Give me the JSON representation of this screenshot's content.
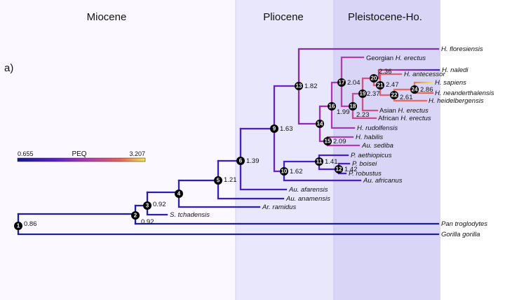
{
  "epochs": {
    "miocene": "Miocene",
    "pliocene": "Pliocene",
    "pleistocene": "Pleistocene-Ho."
  },
  "panel_label": "a)",
  "legend": {
    "title": "PEQ",
    "min": "0.655",
    "max": "3.207",
    "colors": [
      "#1a1a8c",
      "#5a1fd0",
      "#b03cb0",
      "#e8605c",
      "#f2e64a"
    ]
  },
  "node_values": {
    "n1": "0.86",
    "n2": "0.92",
    "n3": "0.92",
    "n5": "1.21",
    "n6": "1.39",
    "n9": "1.63",
    "n10": "1.62",
    "n11": "1.41",
    "n12": "1.42",
    "n13": "1.82",
    "n15": "2.09",
    "n16": "1.99",
    "n17": "2.04",
    "n18": "2.23",
    "n19": "2.37",
    "n20": "2.36",
    "n21": "2.47",
    "n22": "2.61",
    "n24": "2.86"
  },
  "node_ids": {
    "n1": "1",
    "n2": "2",
    "n3": "3",
    "n4": "4",
    "n5": "5",
    "n6": "6",
    "n9": "9",
    "n10": "10",
    "n11": "11",
    "n12": "12",
    "n13": "13",
    "n14": "14",
    "n15": "15",
    "n16": "16",
    "n17": "17",
    "n18": "18",
    "n19": "19",
    "n20": "20",
    "n21": "21",
    "n22": "22",
    "n24": "24"
  },
  "taxa": {
    "floresiensis": {
      "plain": "",
      "italic": "H. floresiensis"
    },
    "georgian": {
      "plain": "Georgian ",
      "italic": "H. erectus"
    },
    "naledi": {
      "plain": "",
      "italic": "H. naledi"
    },
    "antecessor": {
      "plain": "",
      "italic": "H. antecessor"
    },
    "sapiens": {
      "plain": "",
      "italic": "H. sapiens"
    },
    "neanderthalensis": {
      "plain": "",
      "italic": "H. neanderthalensis"
    },
    "heidelbergensis": {
      "plain": "",
      "italic": "H. heidelbergensis"
    },
    "asian": {
      "plain": "Asian ",
      "italic": "H. erectus"
    },
    "african": {
      "plain": "African ",
      "italic": "H. erectus"
    },
    "rudolfensis": {
      "plain": "",
      "italic": "H. rudolfensis"
    },
    "habilis": {
      "plain": "",
      "italic": "H. habilis"
    },
    "sediba": {
      "plain": "",
      "italic": "Au. sediba"
    },
    "aethiopicus": {
      "plain": "",
      "italic": "P. aethiopicus"
    },
    "boisei": {
      "plain": "",
      "italic": "P. boisei"
    },
    "robustus": {
      "plain": "",
      "italic": "P. robustus"
    },
    "africanus": {
      "plain": "",
      "italic": "Au. africanus"
    },
    "afarensis": {
      "plain": "",
      "italic": "Au. afarensis"
    },
    "anamensis": {
      "plain": "",
      "italic": "Au. anamensis"
    },
    "ramidus": {
      "plain": "",
      "italic": "Ar. ramidus"
    },
    "tchadensis": {
      "plain": "",
      "italic": "S. tchadensis"
    },
    "pan": {
      "plain": "",
      "italic": "Pan troglodytes"
    },
    "gorilla": {
      "plain": "",
      "italic": "Gorilla gorilla"
    }
  }
}
